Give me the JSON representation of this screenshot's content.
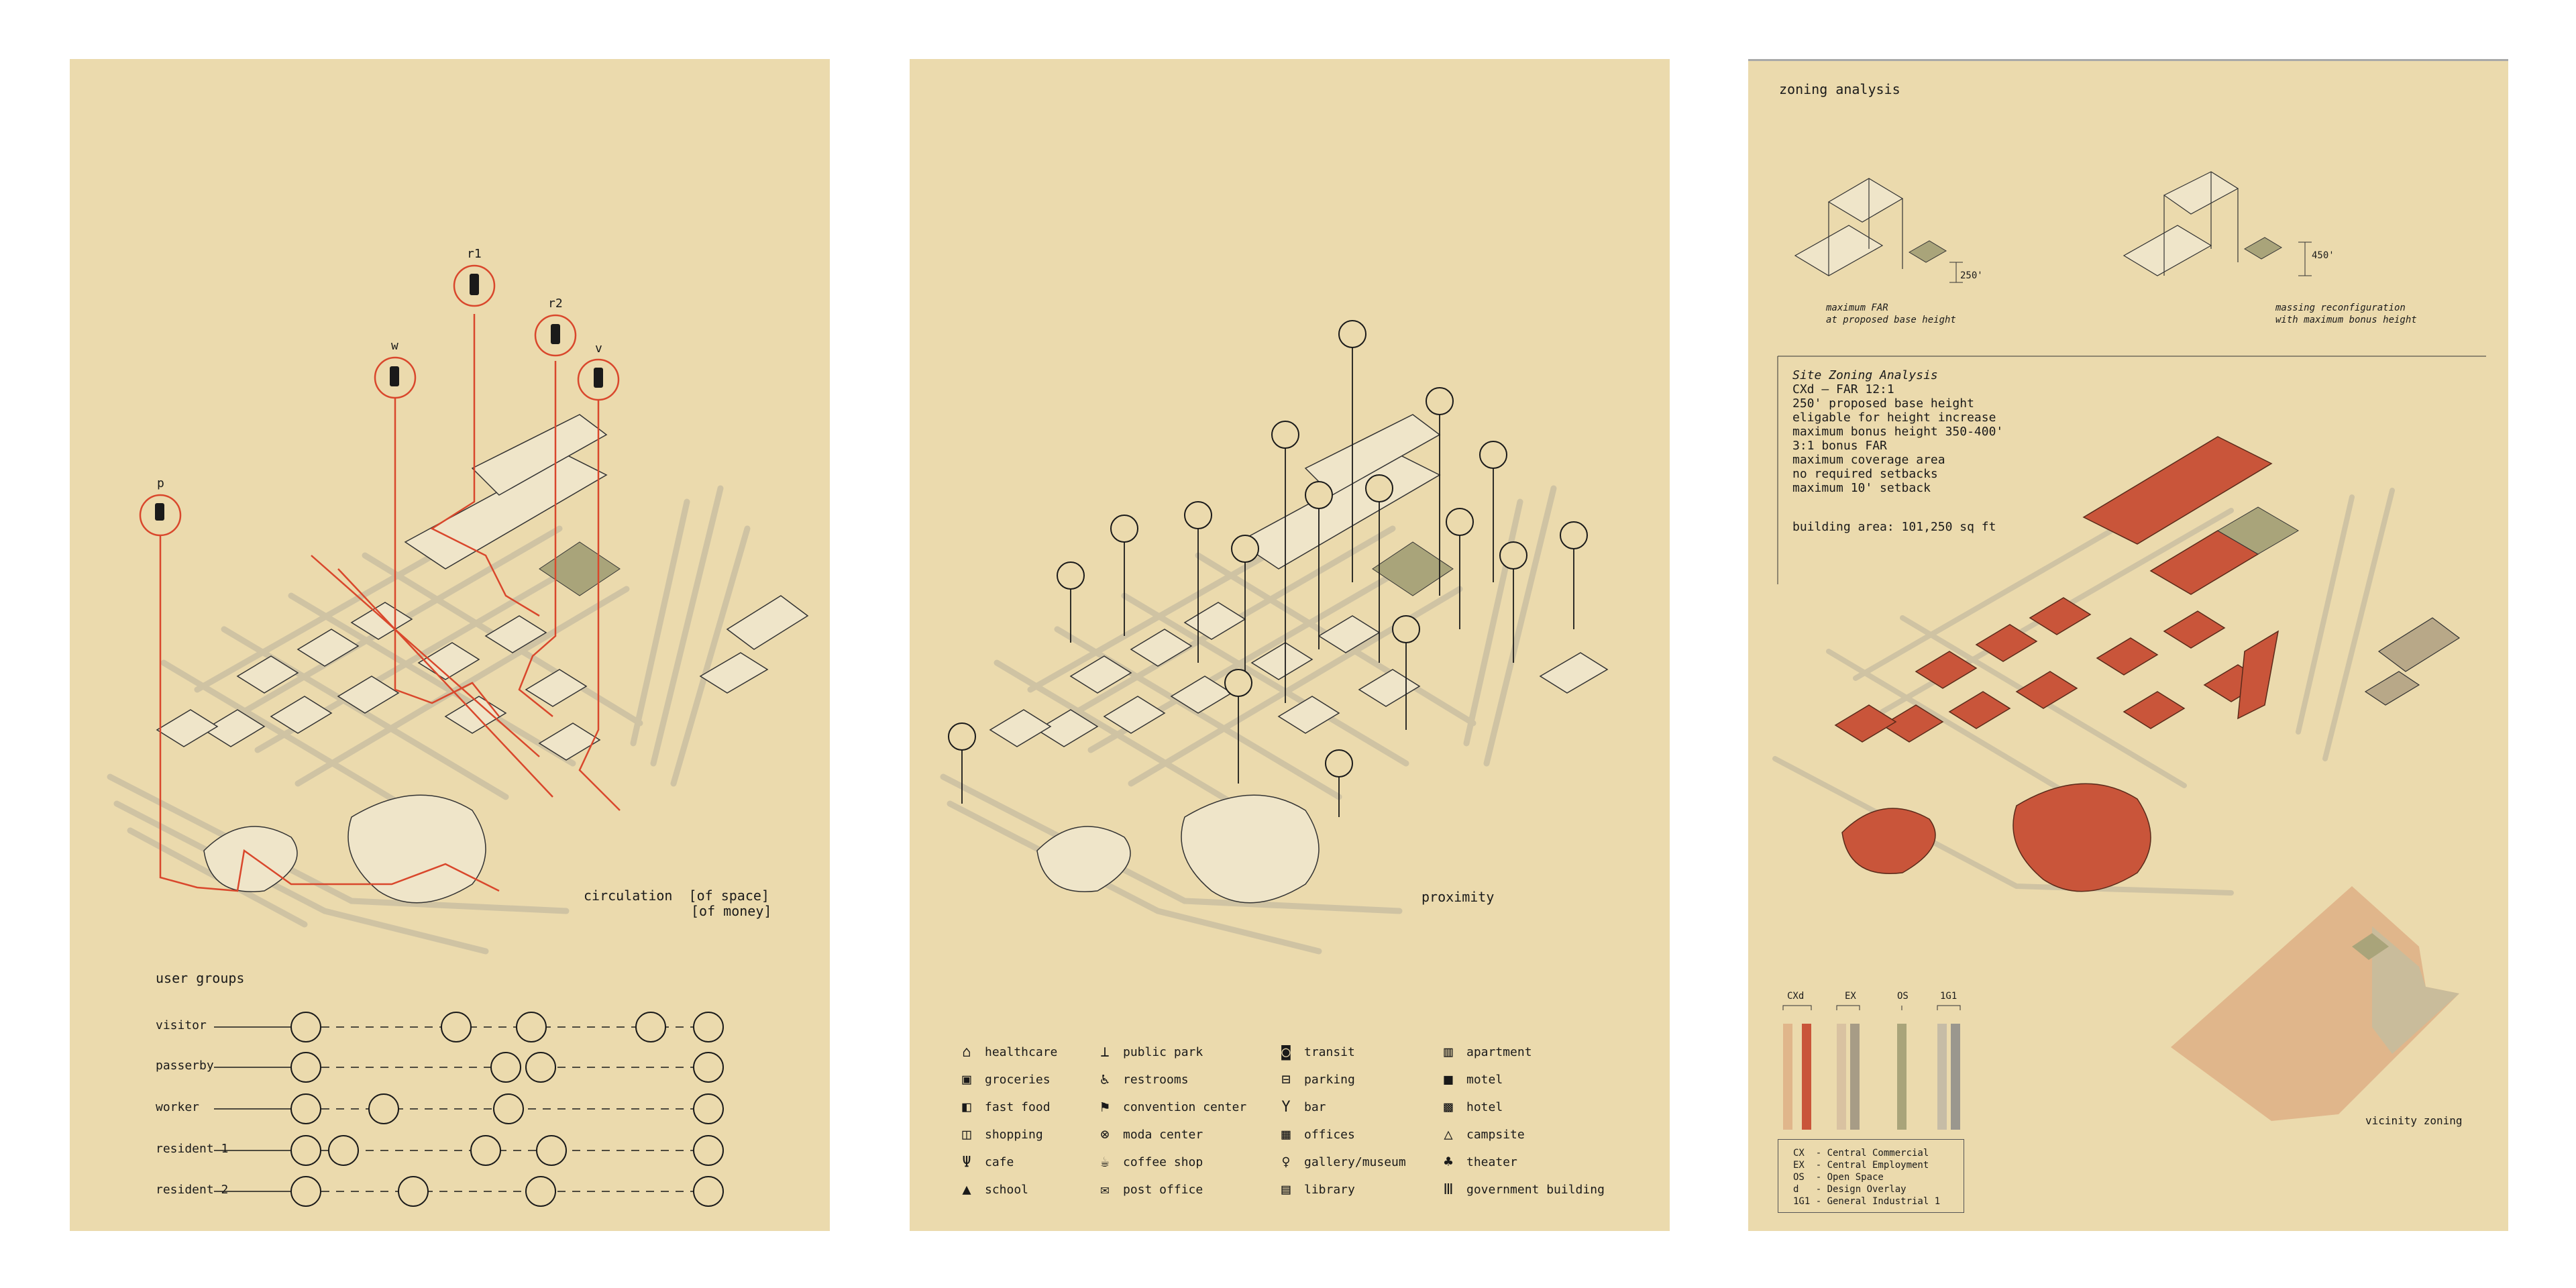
{
  "panels": {
    "circulation": {
      "title_line1": "circulation  [of space]",
      "title_line2": "[of money]",
      "markers": [
        "p",
        "w",
        "r1",
        "r2",
        "v"
      ],
      "user_groups_title": "user groups",
      "user_groups": [
        "visitor",
        "passerby",
        "worker",
        "resident 1",
        "resident 2"
      ]
    },
    "proximity": {
      "title": "proximity",
      "legend": [
        {
          "label": "healthcare",
          "icon": "healthcare-icon"
        },
        {
          "label": "groceries",
          "icon": "groceries-icon"
        },
        {
          "label": "fast food",
          "icon": "fast-food-icon"
        },
        {
          "label": "shopping",
          "icon": "shopping-icon"
        },
        {
          "label": "cafe",
          "icon": "cafe-icon"
        },
        {
          "label": "school",
          "icon": "school-icon"
        },
        {
          "label": "public park",
          "icon": "public-park-icon"
        },
        {
          "label": "restrooms",
          "icon": "restrooms-icon"
        },
        {
          "label": "convention center",
          "icon": "convention-center-icon"
        },
        {
          "label": "moda center",
          "icon": "moda-center-icon"
        },
        {
          "label": "coffee shop",
          "icon": "coffee-shop-icon"
        },
        {
          "label": "post office",
          "icon": "post-office-icon"
        },
        {
          "label": "transit",
          "icon": "transit-icon"
        },
        {
          "label": "parking",
          "icon": "parking-icon"
        },
        {
          "label": "bar",
          "icon": "bar-icon"
        },
        {
          "label": "offices",
          "icon": "offices-icon"
        },
        {
          "label": "gallery/museum",
          "icon": "gallery-museum-icon"
        },
        {
          "label": "library",
          "icon": "library-icon"
        },
        {
          "label": "apartment",
          "icon": "apartment-icon"
        },
        {
          "label": "motel",
          "icon": "motel-icon"
        },
        {
          "label": "hotel",
          "icon": "hotel-icon"
        },
        {
          "label": "campsite",
          "icon": "campsite-icon"
        },
        {
          "label": "theater",
          "icon": "theater-icon"
        },
        {
          "label": "government building",
          "icon": "government-building-icon"
        }
      ]
    },
    "zoning": {
      "title": "zoning analysis",
      "massing_captions": [
        {
          "line1": "maximum FAR",
          "line2": "at proposed base height",
          "dim": "250'"
        },
        {
          "line1": "massing reconfiguration",
          "line2": "with maximum bonus height",
          "dim": "450'"
        }
      ],
      "analysis_lines": [
        "Site Zoning Analysis",
        "CXd — FAR 12:1",
        "250' proposed base height",
        "eligable for height increase",
        "maximum bonus height 350-400'",
        "3:1 bonus FAR",
        "maximum coverage area",
        "no required setbacks",
        "maximum 10' setback"
      ],
      "building_area": "building area: 101,250 sq ft",
      "bar_labels": [
        "CXd",
        "EX",
        "OS",
        "1G1"
      ],
      "vicinity_label": "vicinity zoning",
      "key": [
        "CX  - Central Commercial",
        "EX  - Central Employment",
        "OS  - Open Space",
        "d   - Design Overlay",
        "1G1 - General Industrial 1"
      ]
    }
  },
  "colors": {
    "panel_bg": "#ebdaad",
    "street": "#cfc3a3",
    "route_red": "#d9472c",
    "zoning_red": "#c9553a",
    "open_space": "#a9a47a"
  }
}
